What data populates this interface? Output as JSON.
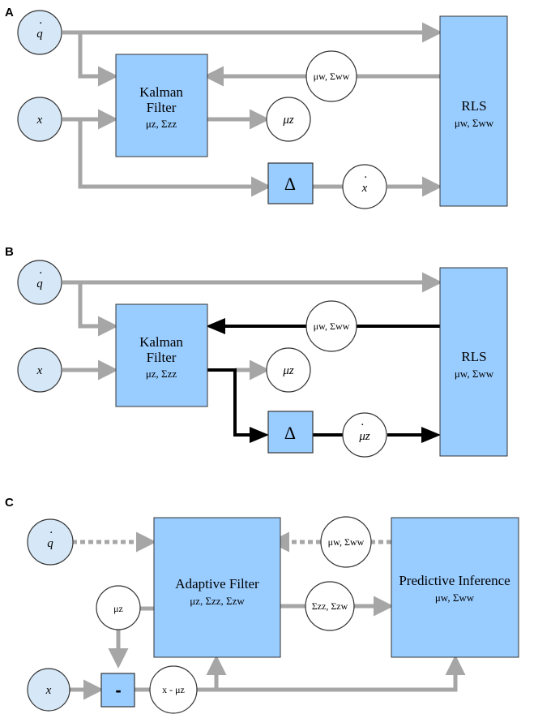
{
  "panels": {
    "a": {
      "letter": "A",
      "input_qdot": "q",
      "input_x": "x",
      "kalman_title1": "Kalman",
      "kalman_title2": "Filter",
      "kalman_params": "μz, Σzz",
      "rls_title": "RLS",
      "rls_params": "μw, Σww",
      "feedback_label": "μw, Σww",
      "output_label": "μz",
      "delta_label": "Δ",
      "xdot_label": "x"
    },
    "b": {
      "letter": "B",
      "input_qdot": "q",
      "input_x": "x",
      "kalman_title1": "Kalman",
      "kalman_title2": "Filter",
      "kalman_params": "μz, Σzz",
      "rls_title": "RLS",
      "rls_params": "μw, Σww",
      "feedback_label": "μw, Σww",
      "output_label": "μz",
      "delta_label": "Δ",
      "mudot_label": "μz"
    },
    "c": {
      "letter": "C",
      "input_qdot": "q",
      "input_x": "x",
      "adaptive_title": "Adaptive Filter",
      "adaptive_params": "μz, Σzz, Σzw",
      "predictive_title": "Predictive Inference",
      "predictive_params": "μw, Σww",
      "feedback_label": "μw, Σww",
      "forward_label": "Σzz, Σzw",
      "mu_label": "μz",
      "minus_label": "-",
      "residual_label": "x - μz"
    }
  },
  "colors": {
    "box_fill": "#99ccff",
    "input_node_fill": "#d6e8f7",
    "gray_arrow": "#a6a6a6",
    "black_arrow": "#000000"
  }
}
